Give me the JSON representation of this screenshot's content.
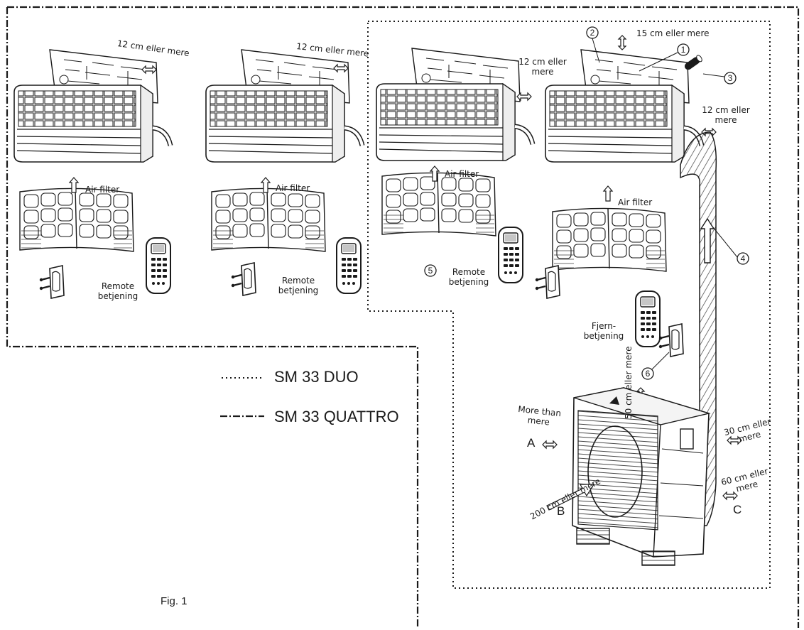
{
  "figure_label": "Fig. 1",
  "legend": {
    "duo": "SM 33 DUO",
    "quattro": "SM 33 QUATTRO"
  },
  "clearances": {
    "u1_side": "12 cm eller mere",
    "u2_side": "12 cm eller mere",
    "u4_top": "15 cm eller mere",
    "u4_left": "12 cm eller mere",
    "u4_right": "12 cm eller mere",
    "outdoor_top": "50 cm eller mere",
    "outdoor_left": "More than mere",
    "outdoor_right_top": "30 cm eller mere",
    "outdoor_right_bottom": "60 cm eller mere",
    "outdoor_front": "200 cm eller mere"
  },
  "labels": {
    "air_filter": "Air filter",
    "remote_1": "Remote betjening",
    "remote_2": "Remote betjening",
    "remote_3": "Remote betjening",
    "remote_4": "Fjern- betjening"
  },
  "callouts": [
    "1",
    "2",
    "3",
    "4",
    "5",
    "6"
  ],
  "letters": [
    "A",
    "B",
    "C"
  ],
  "colors": {
    "line": "#1a1a1a",
    "background": "#ffffff",
    "tape": "#555555"
  }
}
